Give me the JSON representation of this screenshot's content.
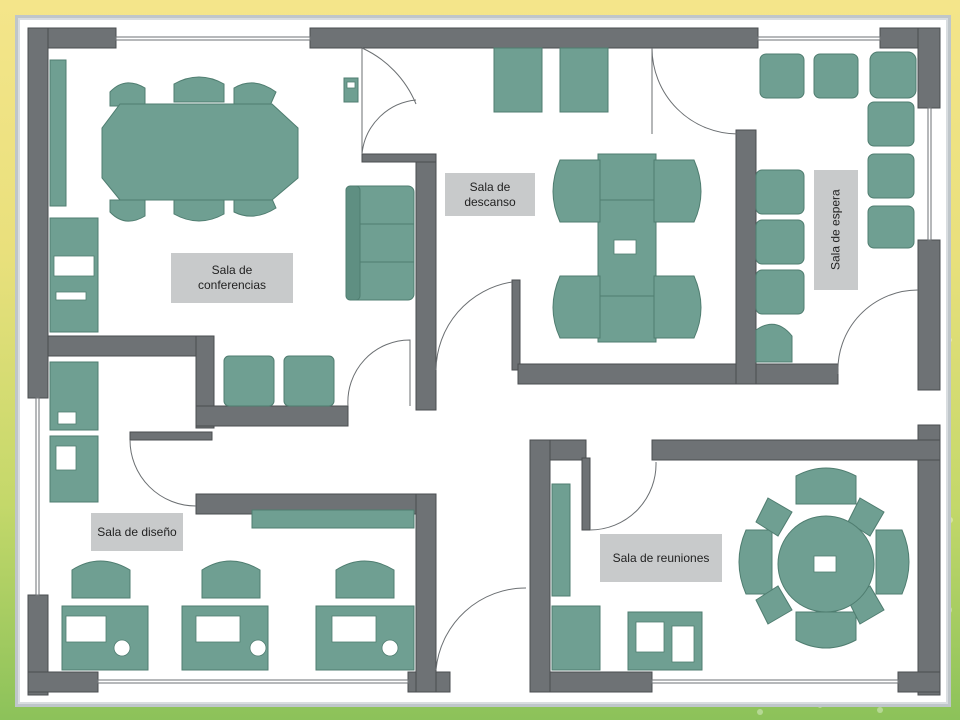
{
  "rooms": {
    "conferencias": "Sala de\nconferencias",
    "descanso": "Sala de\ndescanso",
    "espera": "Sala de espera",
    "diseno": "Sala de diseño",
    "reuniones": "Sala de reuniones"
  },
  "colors": {
    "wall": "#6e7275",
    "wall_edge": "#4a4d50",
    "furniture": "#6f9f92",
    "furniture_edge": "#4f7d70",
    "door": "#6b6f72",
    "label_bg": "#c8cacb"
  }
}
